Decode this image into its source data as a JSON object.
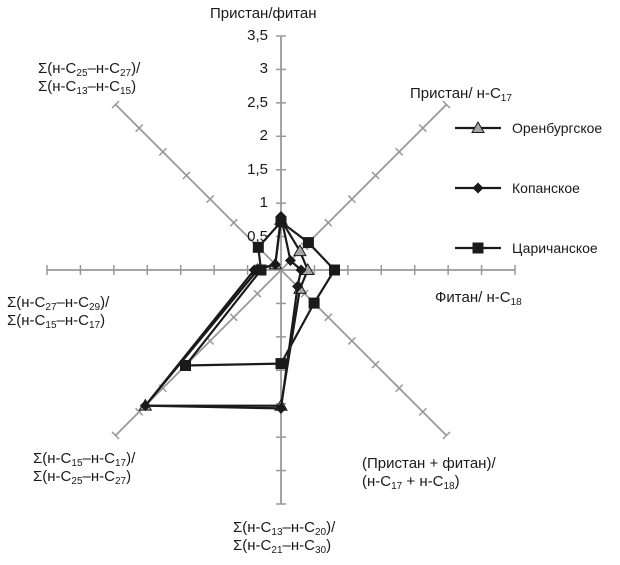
{
  "chart_data": {
    "type": "radar",
    "rmax": 3.5,
    "ticks": [
      0.5,
      1,
      1.5,
      2,
      2.5,
      3,
      3.5
    ],
    "tick_labels": [
      "0,5",
      "1",
      "1,5",
      "2",
      "2,5",
      "3",
      "3,5"
    ],
    "axes": [
      {
        "lines": [
          [
            "Пристан/фитан"
          ]
        ]
      },
      {
        "lines": [
          [
            "Пристан/ н-C",
            {
              "sub": "17"
            }
          ]
        ]
      },
      {
        "lines": [
          [
            "Фитан/ н-C",
            {
              "sub": "18"
            }
          ]
        ]
      },
      {
        "lines": [
          [
            "(Пристан + фитан)/"
          ],
          [
            "(н-C",
            {
              "sub": "17"
            },
            " + н-C",
            {
              "sub": "18"
            },
            ")"
          ]
        ]
      },
      {
        "lines": [
          [
            "Σ(н-C",
            {
              "sub": "13"
            },
            "–н-C",
            {
              "sub": "20"
            },
            ")/"
          ],
          [
            "Σ(н-C",
            {
              "sub": "21"
            },
            "–н-C",
            {
              "sub": "30"
            },
            ")"
          ]
        ]
      },
      {
        "lines": [
          [
            "Σ(н-C",
            {
              "sub": "15"
            },
            "–н-C",
            {
              "sub": "17"
            },
            ")/"
          ],
          [
            "Σ(н-C",
            {
              "sub": "25"
            },
            "–н-C",
            {
              "sub": "27"
            },
            ")"
          ]
        ]
      },
      {
        "lines": [
          [
            "Σ(н-C",
            {
              "sub": "27"
            },
            "–н-C",
            {
              "sub": "29"
            },
            ")/"
          ],
          [
            "Σ(н-C",
            {
              "sub": "15"
            },
            "–н-C",
            {
              "sub": "17"
            },
            ")"
          ]
        ]
      },
      {
        "lines": [
          [
            "Σ(н-C",
            {
              "sub": "25"
            },
            "–н-C",
            {
              "sub": "27"
            },
            ")/"
          ],
          [
            "Σ(н-C",
            {
              "sub": "13"
            },
            "–н-C",
            {
              "sub": "15"
            },
            ")"
          ]
        ]
      }
    ],
    "series": [
      {
        "name": "Оренбургское",
        "marker": "triangle",
        "values": [
          0.75,
          0.4,
          0.4,
          0.4,
          2.03,
          2.87,
          0.35,
          0.12
        ]
      },
      {
        "name": "Копанское",
        "marker": "diamond",
        "values": [
          0.8,
          0.2,
          0.3,
          0.35,
          2.07,
          2.87,
          0.4,
          0.12
        ]
      },
      {
        "name": "Царичанское",
        "marker": "square",
        "values": [
          0.72,
          0.58,
          0.8,
          0.7,
          1.4,
          2.02,
          0.3,
          0.48
        ]
      }
    ],
    "legend": "right"
  }
}
